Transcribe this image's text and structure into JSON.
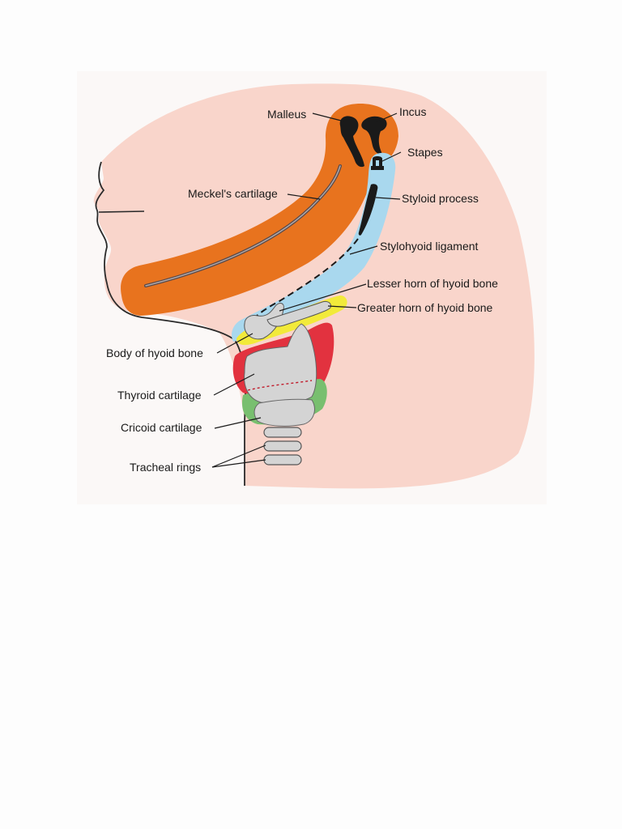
{
  "labels": {
    "malleus": "Malleus",
    "incus": "Incus",
    "stapes": "Stapes",
    "meckels_cartilage": "Meckel's cartilage",
    "styloid_process": "Styloid process",
    "stylohyoid_ligament": "Stylohyoid ligament",
    "lesser_horn": "Lesser horn of hyoid bone",
    "greater_horn": "Greater horn of hyoid bone",
    "body_of_hyoid": "Body of hyoid bone",
    "thyroid_cartilage": "Thyroid cartilage",
    "cricoid_cartilage": "Cricoid cartilage",
    "tracheal_rings": "Tracheal rings"
  },
  "colors": {
    "skin": "#f9d5cb",
    "first_arch_orange": "#e8731e",
    "second_arch_blue": "#a9d8ee",
    "third_arch_yellow": "#f2ea3a",
    "fourth_arch_red": "#e2323f",
    "sixth_arch_green": "#78bf6f",
    "cartilage_gray": "#d4d4d4",
    "bone_black": "#1a1a1a"
  }
}
